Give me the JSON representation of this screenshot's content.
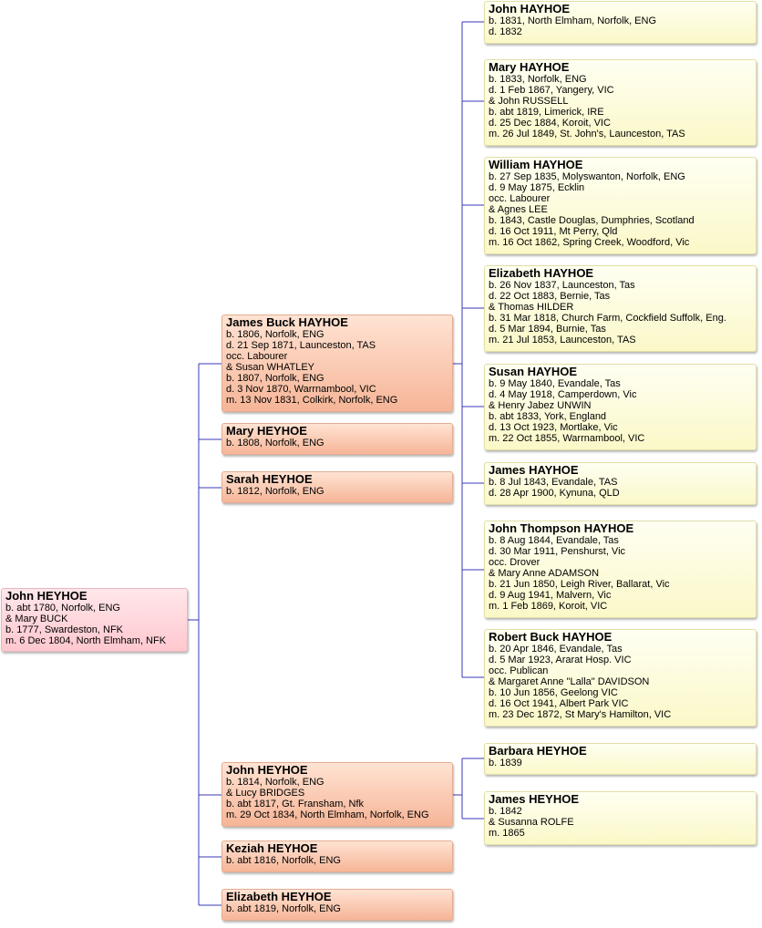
{
  "root": {
    "name": "John HEYHOE",
    "lines": [
      "b. abt 1780, Norfolk, ENG",
      "& Mary BUCK",
      "b. 1777, Swardeston, NFK",
      "m. 6 Dec 1804, North Elmham, NFK"
    ]
  },
  "children": [
    {
      "name": "James Buck HAYHOE",
      "lines": [
        "b. 1806, Norfolk, ENG",
        "d. 21 Sep 1871, Launceston, TAS",
        "occ. Labourer",
        "& Susan WHATLEY",
        "b. 1807, Norfolk, ENG",
        "d. 3 Nov 1870, Warrnambool, VIC",
        "m. 13 Nov 1831, Colkirk, Norfolk, ENG"
      ]
    },
    {
      "name": "Mary HEYHOE",
      "lines": [
        "b. 1808, Norfolk, ENG"
      ]
    },
    {
      "name": "Sarah HEYHOE",
      "lines": [
        "b. 1812, Norfolk, ENG"
      ]
    },
    {
      "name": "John HEYHOE",
      "lines": [
        "b. 1814, Norfolk, ENG",
        "& Lucy BRIDGES",
        "b. abt 1817, Gt. Fransham, Nfk",
        "m. 29 Oct 1834, North Elmham, Norfolk, ENG"
      ]
    },
    {
      "name": "Keziah HEYHOE",
      "lines": [
        "b. abt 1816, Norfolk, ENG"
      ]
    },
    {
      "name": "Elizabeth HEYHOE",
      "lines": [
        "b. abt 1819, Norfolk, ENG"
      ]
    }
  ],
  "grandchildren_james": [
    {
      "name": "John HAYHOE",
      "lines": [
        "b. 1831, North Elmham, Norfolk, ENG",
        "d. 1832"
      ]
    },
    {
      "name": "Mary HAYHOE",
      "lines": [
        "b. 1833, Norfolk, ENG",
        "d. 1 Feb 1867, Yangery, VIC",
        "& John RUSSELL",
        "b. abt 1819, Limerick, IRE",
        "d. 25 Dec 1884, Koroit, VIC",
        "m. 26 Jul 1849, St. John's, Launceston, TAS"
      ]
    },
    {
      "name": "William HAYHOE",
      "lines": [
        "b. 27 Sep 1835, Molyswanton, Norfolk, ENG",
        "d. 9 May 1875, Ecklin",
        "occ. Labourer",
        "& Agnes LEE",
        "b. 1843, Castle Douglas, Dumphries, Scotland",
        "d. 16 Oct 1911, Mt Perry, Qld",
        "m. 16 Oct 1862, Spring Creek, Woodford, Vic"
      ]
    },
    {
      "name": "Elizabeth HAYHOE",
      "lines": [
        "b. 26 Nov 1837, Launceston, Tas",
        "d. 22 Oct 1883, Bernie, Tas",
        "& Thomas HILDER",
        "b. 31 Mar 1818, Church Farm, Cockfield Suffolk, Eng.",
        "d. 5 Mar 1894, Burnie, Tas",
        "m. 21 Jul 1853, Launceston, TAS"
      ]
    },
    {
      "name": "Susan HAYHOE",
      "lines": [
        "b. 9 May 1840, Evandale, Tas",
        "d. 4 May 1918, Camperdown, Vic",
        "& Henry Jabez UNWIN",
        "b. abt 1833, York, England",
        "d. 13 Oct 1923, Mortlake, Vic",
        "m. 22 Oct 1855, Warrnambool, VIC"
      ]
    },
    {
      "name": "James HAYHOE",
      "lines": [
        "b. 8 Jul 1843, Evandale, TAS",
        "d. 28 Apr 1900, Kynuna, QLD"
      ]
    },
    {
      "name": "John Thompson HAYHOE",
      "lines": [
        "b. 8 Aug 1844, Evandale, Tas",
        "d. 30 Mar 1911, Penshurst, Vic",
        "occ. Drover",
        "& Mary Anne ADAMSON",
        "b. 21 Jun 1850, Leigh River, Ballarat, Vic",
        "d. 9 Aug 1941, Malvern, Vic",
        "m. 1 Feb 1869, Koroit, VIC"
      ]
    },
    {
      "name": "Robert Buck HAYHOE",
      "lines": [
        "b. 20 Apr 1846, Evandale, Tas",
        "d. 5 Mar 1923, Ararat Hosp. VIC",
        "occ. Publican",
        "& Margaret Anne \"Lalla\" DAVIDSON",
        "b. 10 Jun 1856, Geelong VIC",
        "d. 16 Oct 1941, Albert Park VIC",
        "m. 23 Dec 1872, St Mary's Hamilton, VIC"
      ]
    }
  ],
  "grandchildren_john": [
    {
      "name": "Barbara HEYHOE",
      "lines": [
        "b. 1839"
      ]
    },
    {
      "name": "James HEYHOE",
      "lines": [
        "b. 1842",
        "& Susanna ROLFE",
        "m. 1865"
      ]
    }
  ]
}
